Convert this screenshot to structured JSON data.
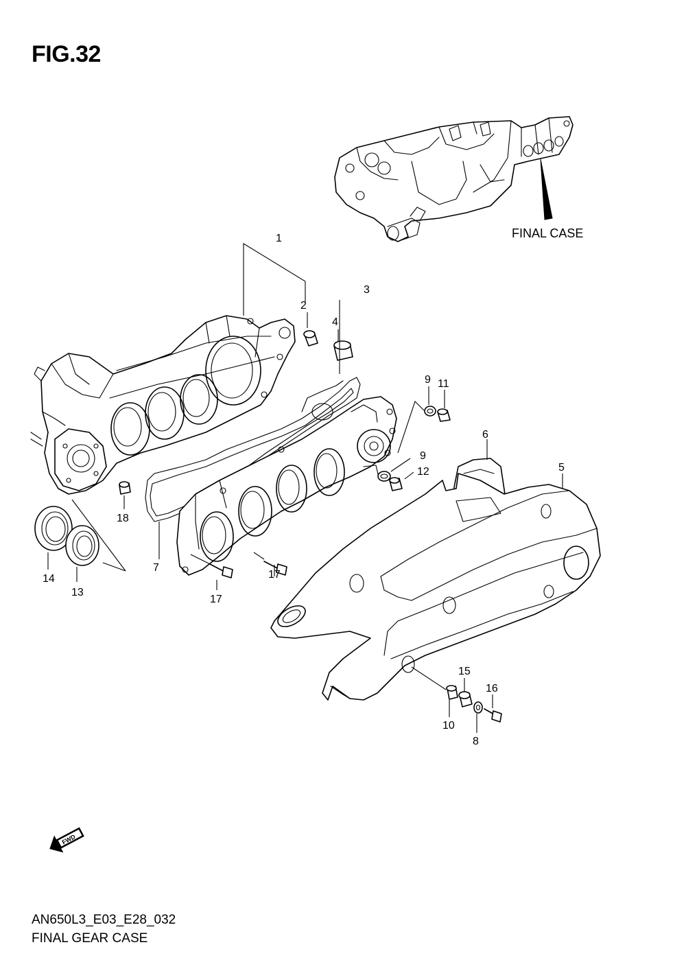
{
  "figure_title": "FIG.32",
  "footer": {
    "code": "AN650L3_E03_E28_032",
    "title": "FINAL GEAR CASE"
  },
  "reference_label": "FINAL CASE",
  "fwd_label": "FWD",
  "callouts": {
    "c1": "1",
    "c2": "2",
    "c3": "3",
    "c4": "4",
    "c5": "5",
    "c6": "6",
    "c7": "7",
    "c8": "8",
    "c9a": "9",
    "c9b": "9",
    "c10": "10",
    "c11": "11",
    "c12": "12",
    "c13": "13",
    "c14": "14",
    "c15": "15",
    "c16": "16",
    "c17a": "17",
    "c17b": "17",
    "c18": "18"
  }
}
